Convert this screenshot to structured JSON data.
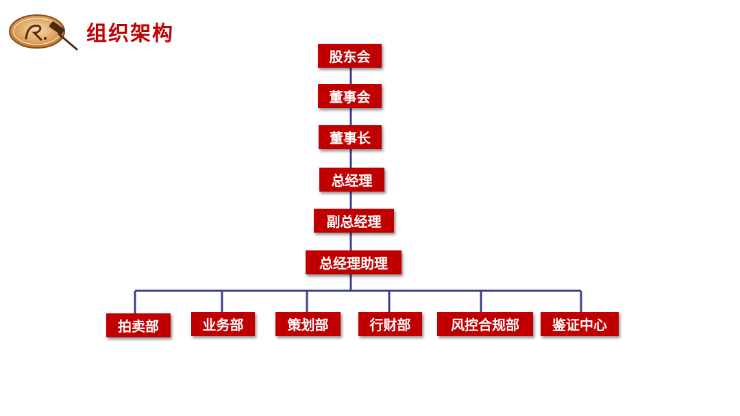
{
  "header": {
    "title": "组织架构"
  },
  "colors": {
    "accent": "#c00000",
    "connector": "#3b3f8f",
    "text_on_accent": "#ffffff"
  },
  "org": {
    "chain": [
      "股东会",
      "董事会",
      "董事长",
      "总经理",
      "副总经理",
      "总经理助理"
    ],
    "departments": [
      "拍卖部",
      "业务部",
      "策划部",
      "行财部",
      "风控合规部",
      "鉴证中心"
    ]
  }
}
